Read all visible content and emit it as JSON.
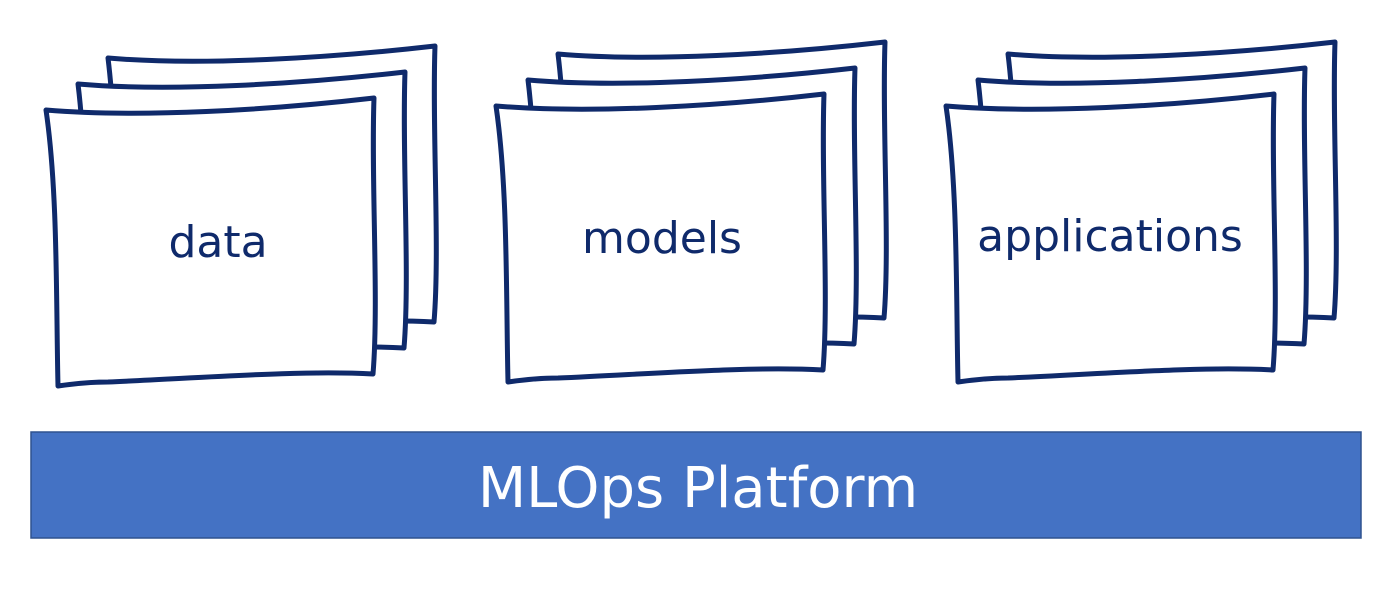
{
  "stacks": [
    {
      "label": "data"
    },
    {
      "label": "models"
    },
    {
      "label": "applications"
    }
  ],
  "platform": {
    "label": "MLOps Platform"
  },
  "colors": {
    "outline": "#0f2a6b",
    "platform_fill": "#4472c4",
    "platform_text": "#ffffff"
  }
}
